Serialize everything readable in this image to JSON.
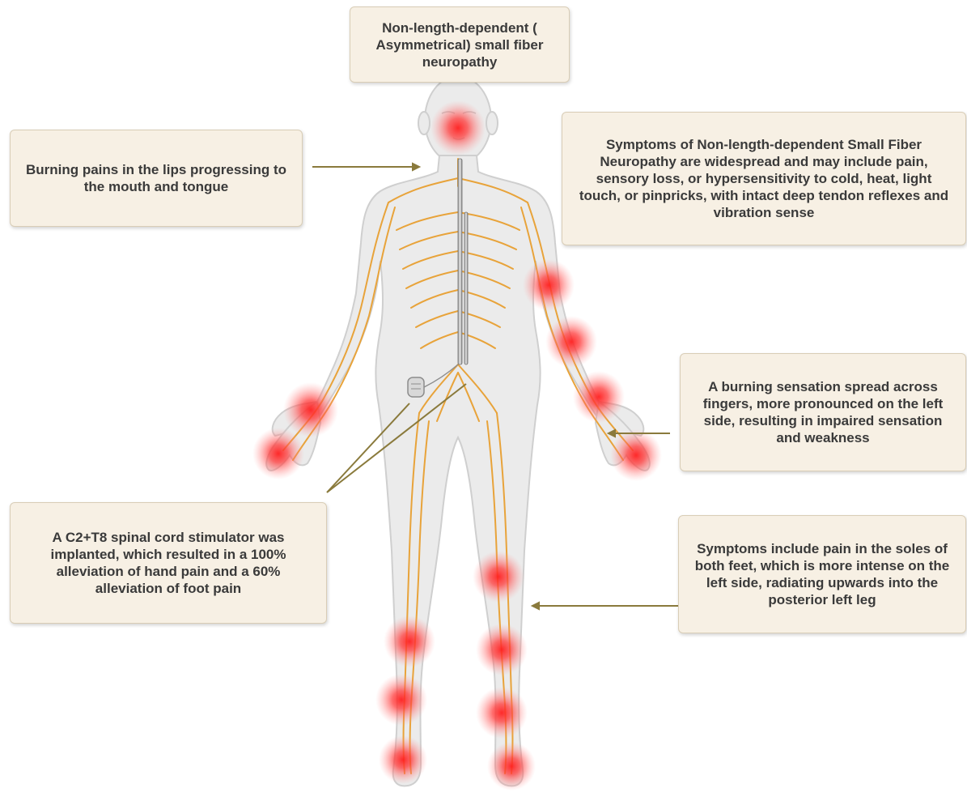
{
  "title": "Non-length-dependent ( Asymmetrical) small fiber neuropathy",
  "callouts": {
    "lips": "Burning pains in the lips progressing to the mouth and tongue",
    "widespread": "Symptoms of Non-length-dependent Small Fiber Neuropathy are widespread and may include pain, sensory loss, or hypersensitivity to cold, heat, light touch, or pinpricks, with intact deep tendon reflexes and vibration sense",
    "fingers": "A burning sensation spread across fingers, more pronounced on the left side, resulting in impaired sensation and weakness",
    "stimulator": "A C2+T8 spinal cord stimulator was implanted, which resulted in a 100% alleviation of hand pain and a 60% alleviation of foot pain",
    "feet": "Symptoms include pain in the soles of both feet, which is more intense on the left side, radiating upwards into the posterior left leg"
  },
  "colors": {
    "box_fill": "#f7f0e4",
    "box_border": "#d9cdb6",
    "body_fill": "#ebebeb",
    "body_outline": "#cfcfcf",
    "nerve": "#e8a33a",
    "pain_glow": "#ff2a2a",
    "leader_line": "#8a7a3c",
    "text": "#3a3a3a"
  }
}
